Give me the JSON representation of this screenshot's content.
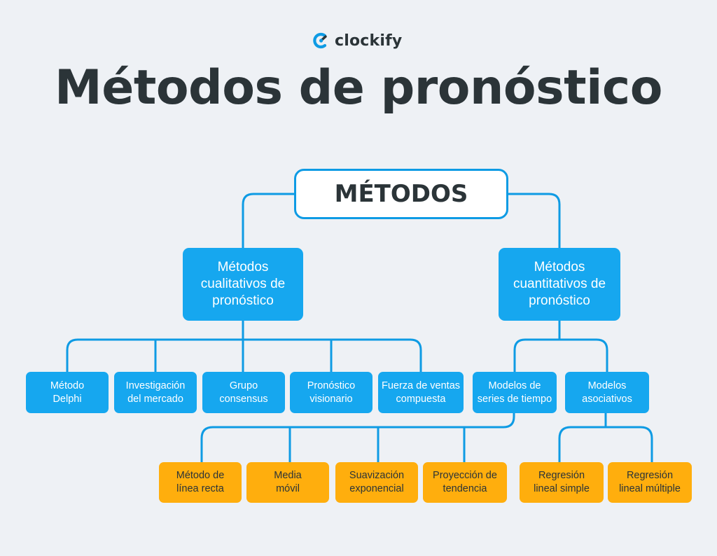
{
  "brand": {
    "name": "clockify",
    "logo_icon": "clockify-logo-icon",
    "accent": "#0e9be4"
  },
  "title": "Métodos de pronóstico",
  "diagram": {
    "root": "MÉTODOS",
    "level1": {
      "qualitative": "Métodos\ncualitativos de\npronóstico",
      "quantitative": "Métodos\ncuantitativos de\npronóstico"
    },
    "qualitative_children": [
      "Método\nDelphi",
      "Investigación\ndel mercado",
      "Grupo\nconsensus",
      "Pronóstico\nvisionario",
      "Fuerza de ventas\ncompuesta"
    ],
    "quantitative_children": [
      "Modelos de\nseries de tiempo",
      "Modelos\nasociativos"
    ],
    "time_series_children": [
      "Método de\nlínea recta",
      "Media\nmóvil",
      "Suavización\nexponencial",
      "Proyección de\ntendencia"
    ],
    "associative_children": [
      "Regresión\nlineal simple",
      "Regresión\nlineal múltiple"
    ],
    "colors": {
      "blue": "#16a7ef",
      "orange": "#ffae0d",
      "line": "#0e9be4",
      "text": "#2b3438"
    }
  }
}
